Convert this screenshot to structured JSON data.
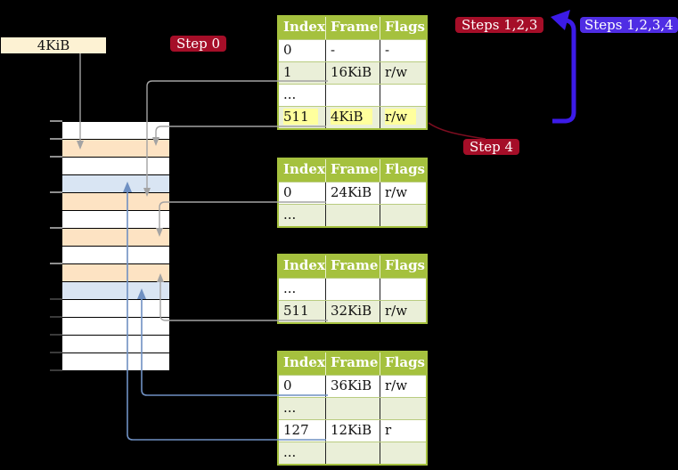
{
  "page_size_label": "4KiB",
  "badges": {
    "step0": {
      "label": "Step 0",
      "bg": "#a50e28"
    },
    "steps123": {
      "label": "Steps 1,2,3",
      "bg": "#a50e28"
    },
    "step4": {
      "label": "Step 4",
      "bg": "#a50e28"
    },
    "steps1234": {
      "label": "Steps 1,2,3,4",
      "bg": "#4f2de4"
    }
  },
  "tables": [
    {
      "name": "top-level-page-table",
      "headers": [
        "Index",
        "Frame",
        "Flags"
      ],
      "rows": [
        {
          "cells": [
            "0",
            "-",
            "-"
          ],
          "shaded": false,
          "highlight": false
        },
        {
          "cells": [
            "1",
            "16KiB",
            "r/w"
          ],
          "shaded": true,
          "highlight": false
        },
        {
          "cells": [
            "...",
            "",
            ""
          ],
          "shaded": false,
          "highlight": false
        },
        {
          "cells": [
            "511",
            "4KiB",
            "r/w"
          ],
          "shaded": true,
          "highlight": true
        }
      ]
    },
    {
      "name": "second-level-page-table-a",
      "headers": [
        "Index",
        "Frame",
        "Flags"
      ],
      "rows": [
        {
          "cells": [
            "0",
            "24KiB",
            "r/w"
          ],
          "shaded": false,
          "highlight": false
        },
        {
          "cells": [
            "...",
            "",
            ""
          ],
          "shaded": true,
          "highlight": false
        }
      ]
    },
    {
      "name": "second-level-page-table-b",
      "headers": [
        "Index",
        "Frame",
        "Flags"
      ],
      "rows": [
        {
          "cells": [
            "...",
            "",
            ""
          ],
          "shaded": false,
          "highlight": false
        },
        {
          "cells": [
            "511",
            "32KiB",
            "r/w"
          ],
          "shaded": true,
          "highlight": false
        }
      ]
    },
    {
      "name": "second-level-page-table-c",
      "headers": [
        "Index",
        "Frame",
        "Flags"
      ],
      "rows": [
        {
          "cells": [
            "0",
            "36KiB",
            "r/w"
          ],
          "shaded": false,
          "highlight": false
        },
        {
          "cells": [
            "...",
            "",
            ""
          ],
          "shaded": true,
          "highlight": false
        },
        {
          "cells": [
            "127",
            "12KiB",
            "r"
          ],
          "shaded": false,
          "highlight": false
        },
        {
          "cells": [
            "...",
            "",
            ""
          ],
          "shaded": true,
          "highlight": false
        }
      ]
    }
  ],
  "memory_strip": {
    "rows": [
      "white",
      "peach",
      "white",
      "lightblue",
      "peach",
      "white",
      "peach",
      "white",
      "peach",
      "lightblue",
      "white",
      "white",
      "white",
      "white"
    ]
  },
  "colors": {
    "table_header_green": "#a5c13e",
    "table_row_green": "#eaefd8",
    "highlight_yellow": "#ffff9d",
    "frame_peach": "#fde3c3",
    "frame_light_blue": "#d9e5f3",
    "frame_white": "#ffffff",
    "label_cream": "#fdf2d3",
    "badge_red": "#a50e28",
    "badge_blue": "#4f2de4",
    "big_arrow_blue": "#3c1be8",
    "thin_arrow_blue": "#6f90c2",
    "connector_gray": "#a3a3a3",
    "annotation_dark_red": "#7c0d20"
  }
}
